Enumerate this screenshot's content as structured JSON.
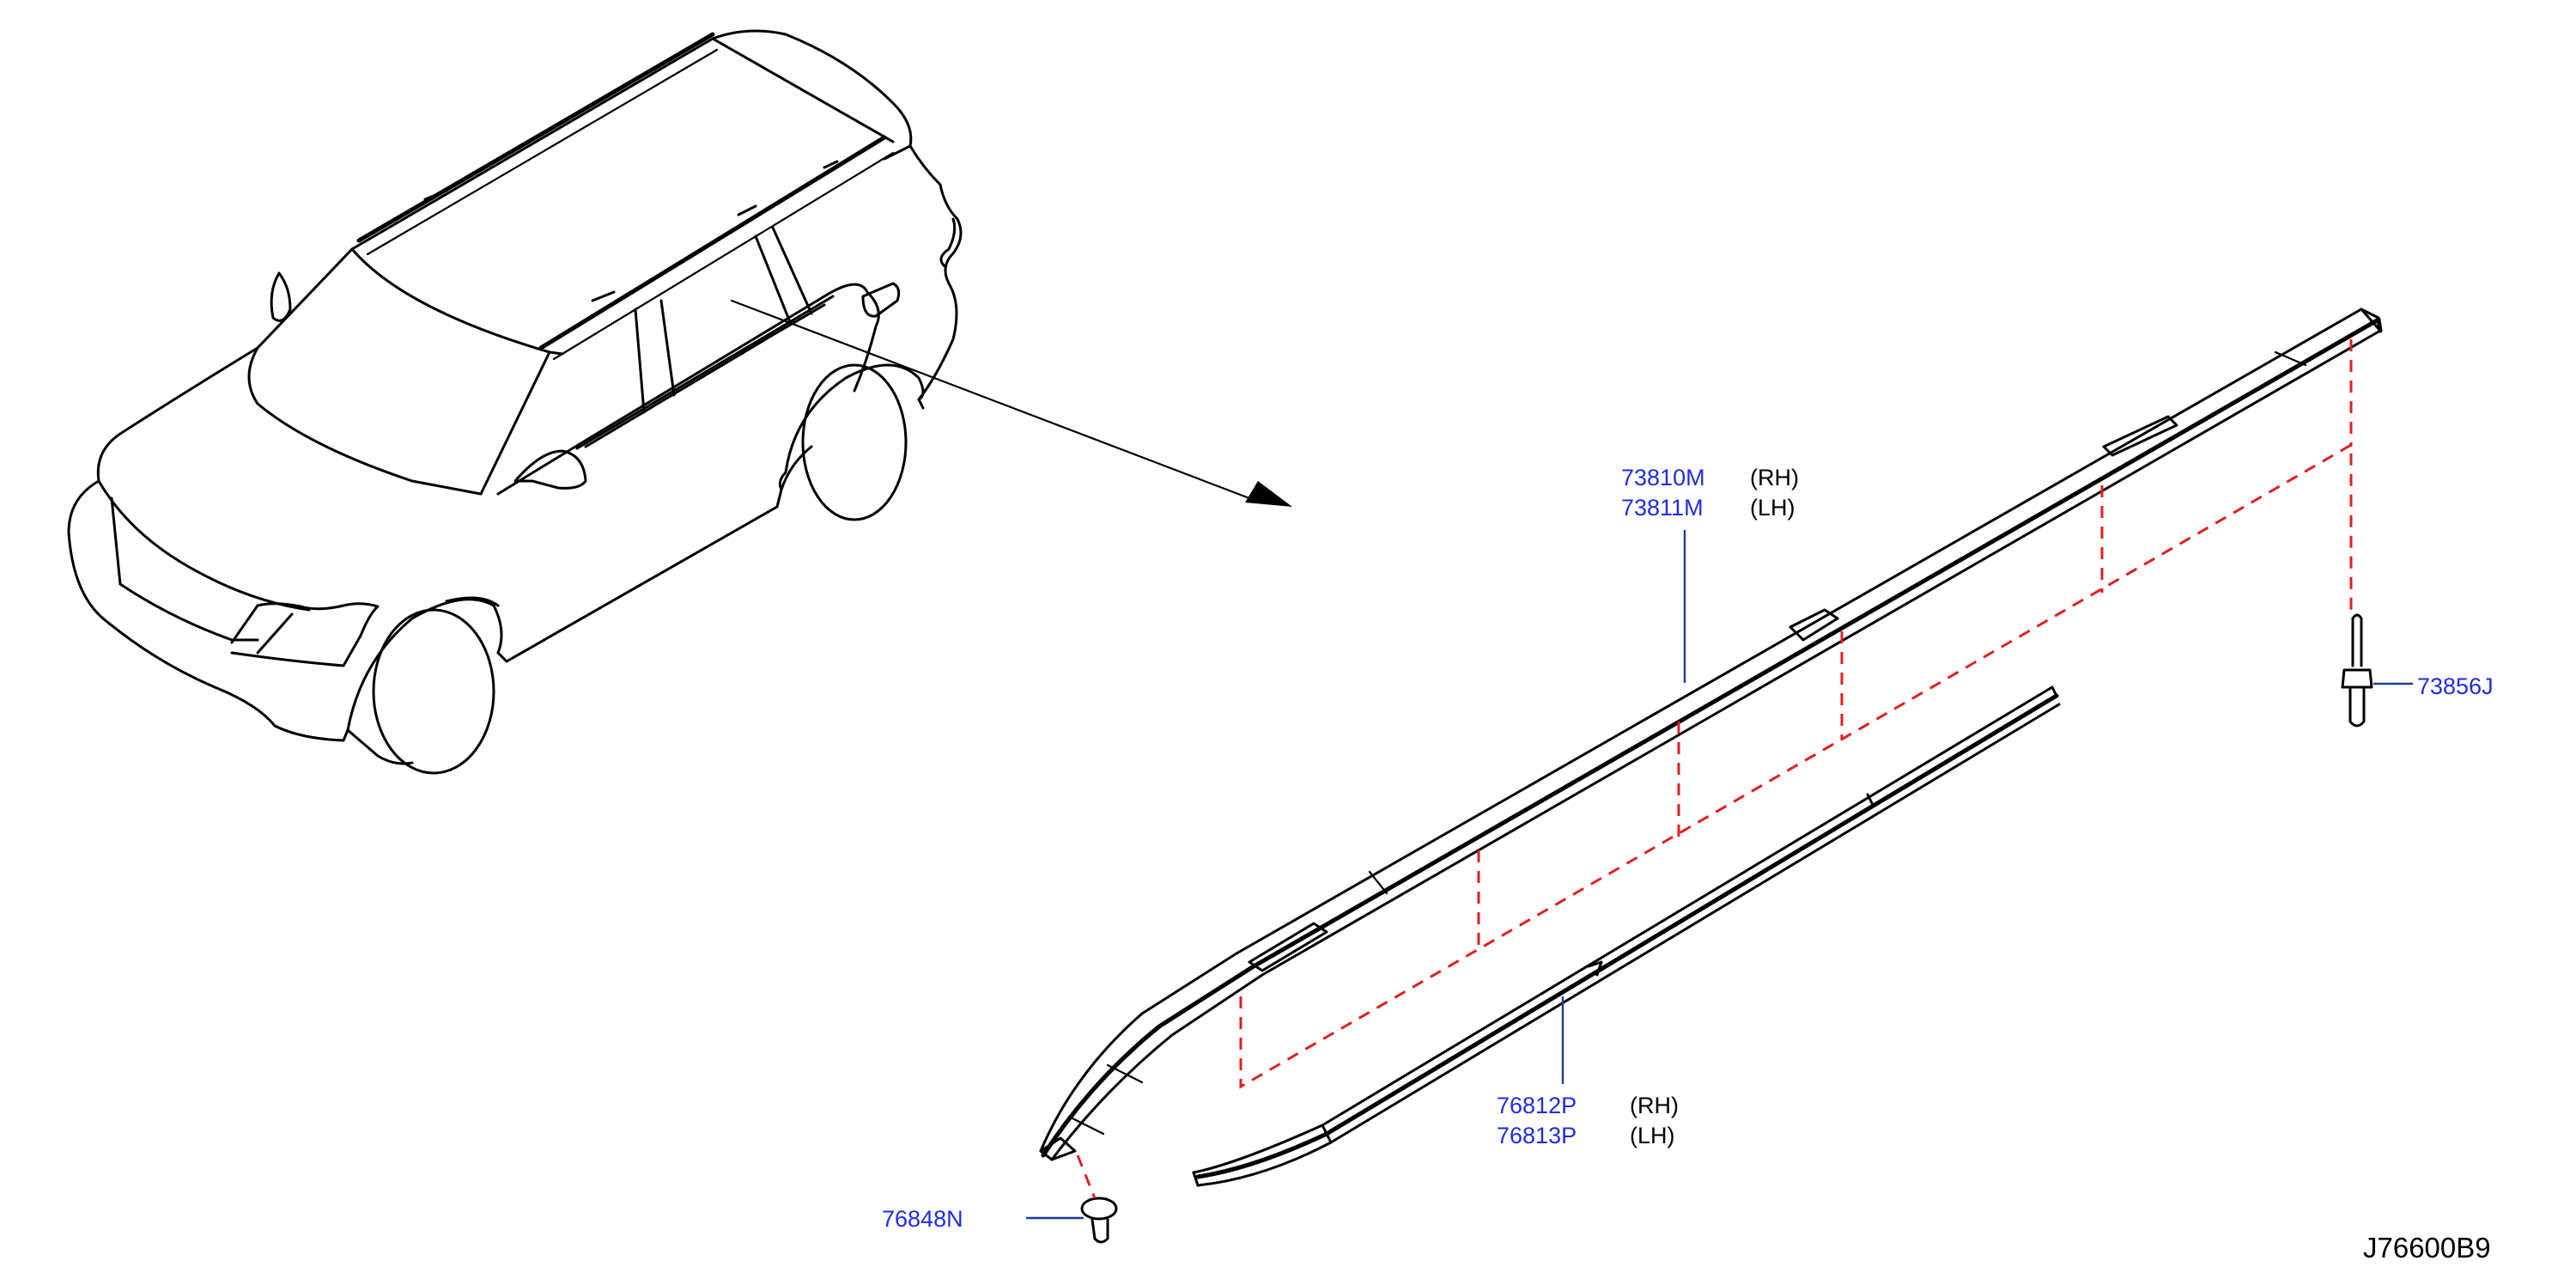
{
  "colors": {
    "callout_text": "#1f2de0",
    "leader_line": "#1a3e9c",
    "assembly_dash": "#e02020",
    "line_art": "#000000"
  },
  "callouts": {
    "roof_rail": {
      "part_rh": "73810M",
      "side_rh": "(RH)",
      "part_lh": "73811M",
      "side_lh": "(LH)"
    },
    "drip_molding": {
      "part_rh": "76812P",
      "side_rh": "(RH)",
      "part_lh": "76813P",
      "side_lh": "(LH)"
    },
    "stud_bolt": {
      "part": "73856J"
    },
    "clip": {
      "part": "76848N"
    }
  },
  "diagram_code": "J76600B9",
  "icons": {
    "vehicle": "suv-outline-icon",
    "arrow": "detail-arrow-icon",
    "stud": "stud-bolt-icon",
    "clip": "push-clip-icon"
  }
}
